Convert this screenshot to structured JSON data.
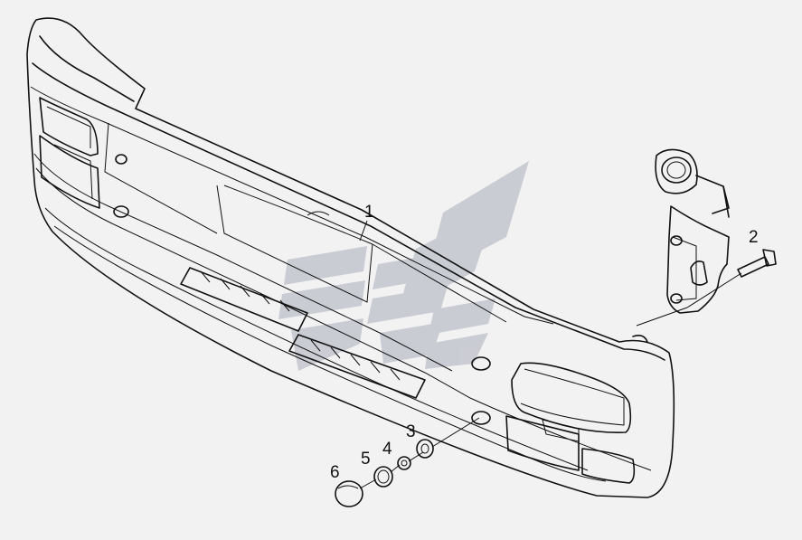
{
  "diagram": {
    "callouts": [
      {
        "id": "1",
        "label": "1"
      },
      {
        "id": "2",
        "label": "2"
      },
      {
        "id": "3",
        "label": "3"
      },
      {
        "id": "4",
        "label": "4"
      },
      {
        "id": "5",
        "label": "5"
      },
      {
        "id": "6",
        "label": "6"
      }
    ],
    "colors": {
      "background": "#f2f2f2",
      "line": "#111111",
      "watermark": "#c4c6cf"
    },
    "watermark": {
      "icon": "brand-logo-watermark"
    }
  }
}
